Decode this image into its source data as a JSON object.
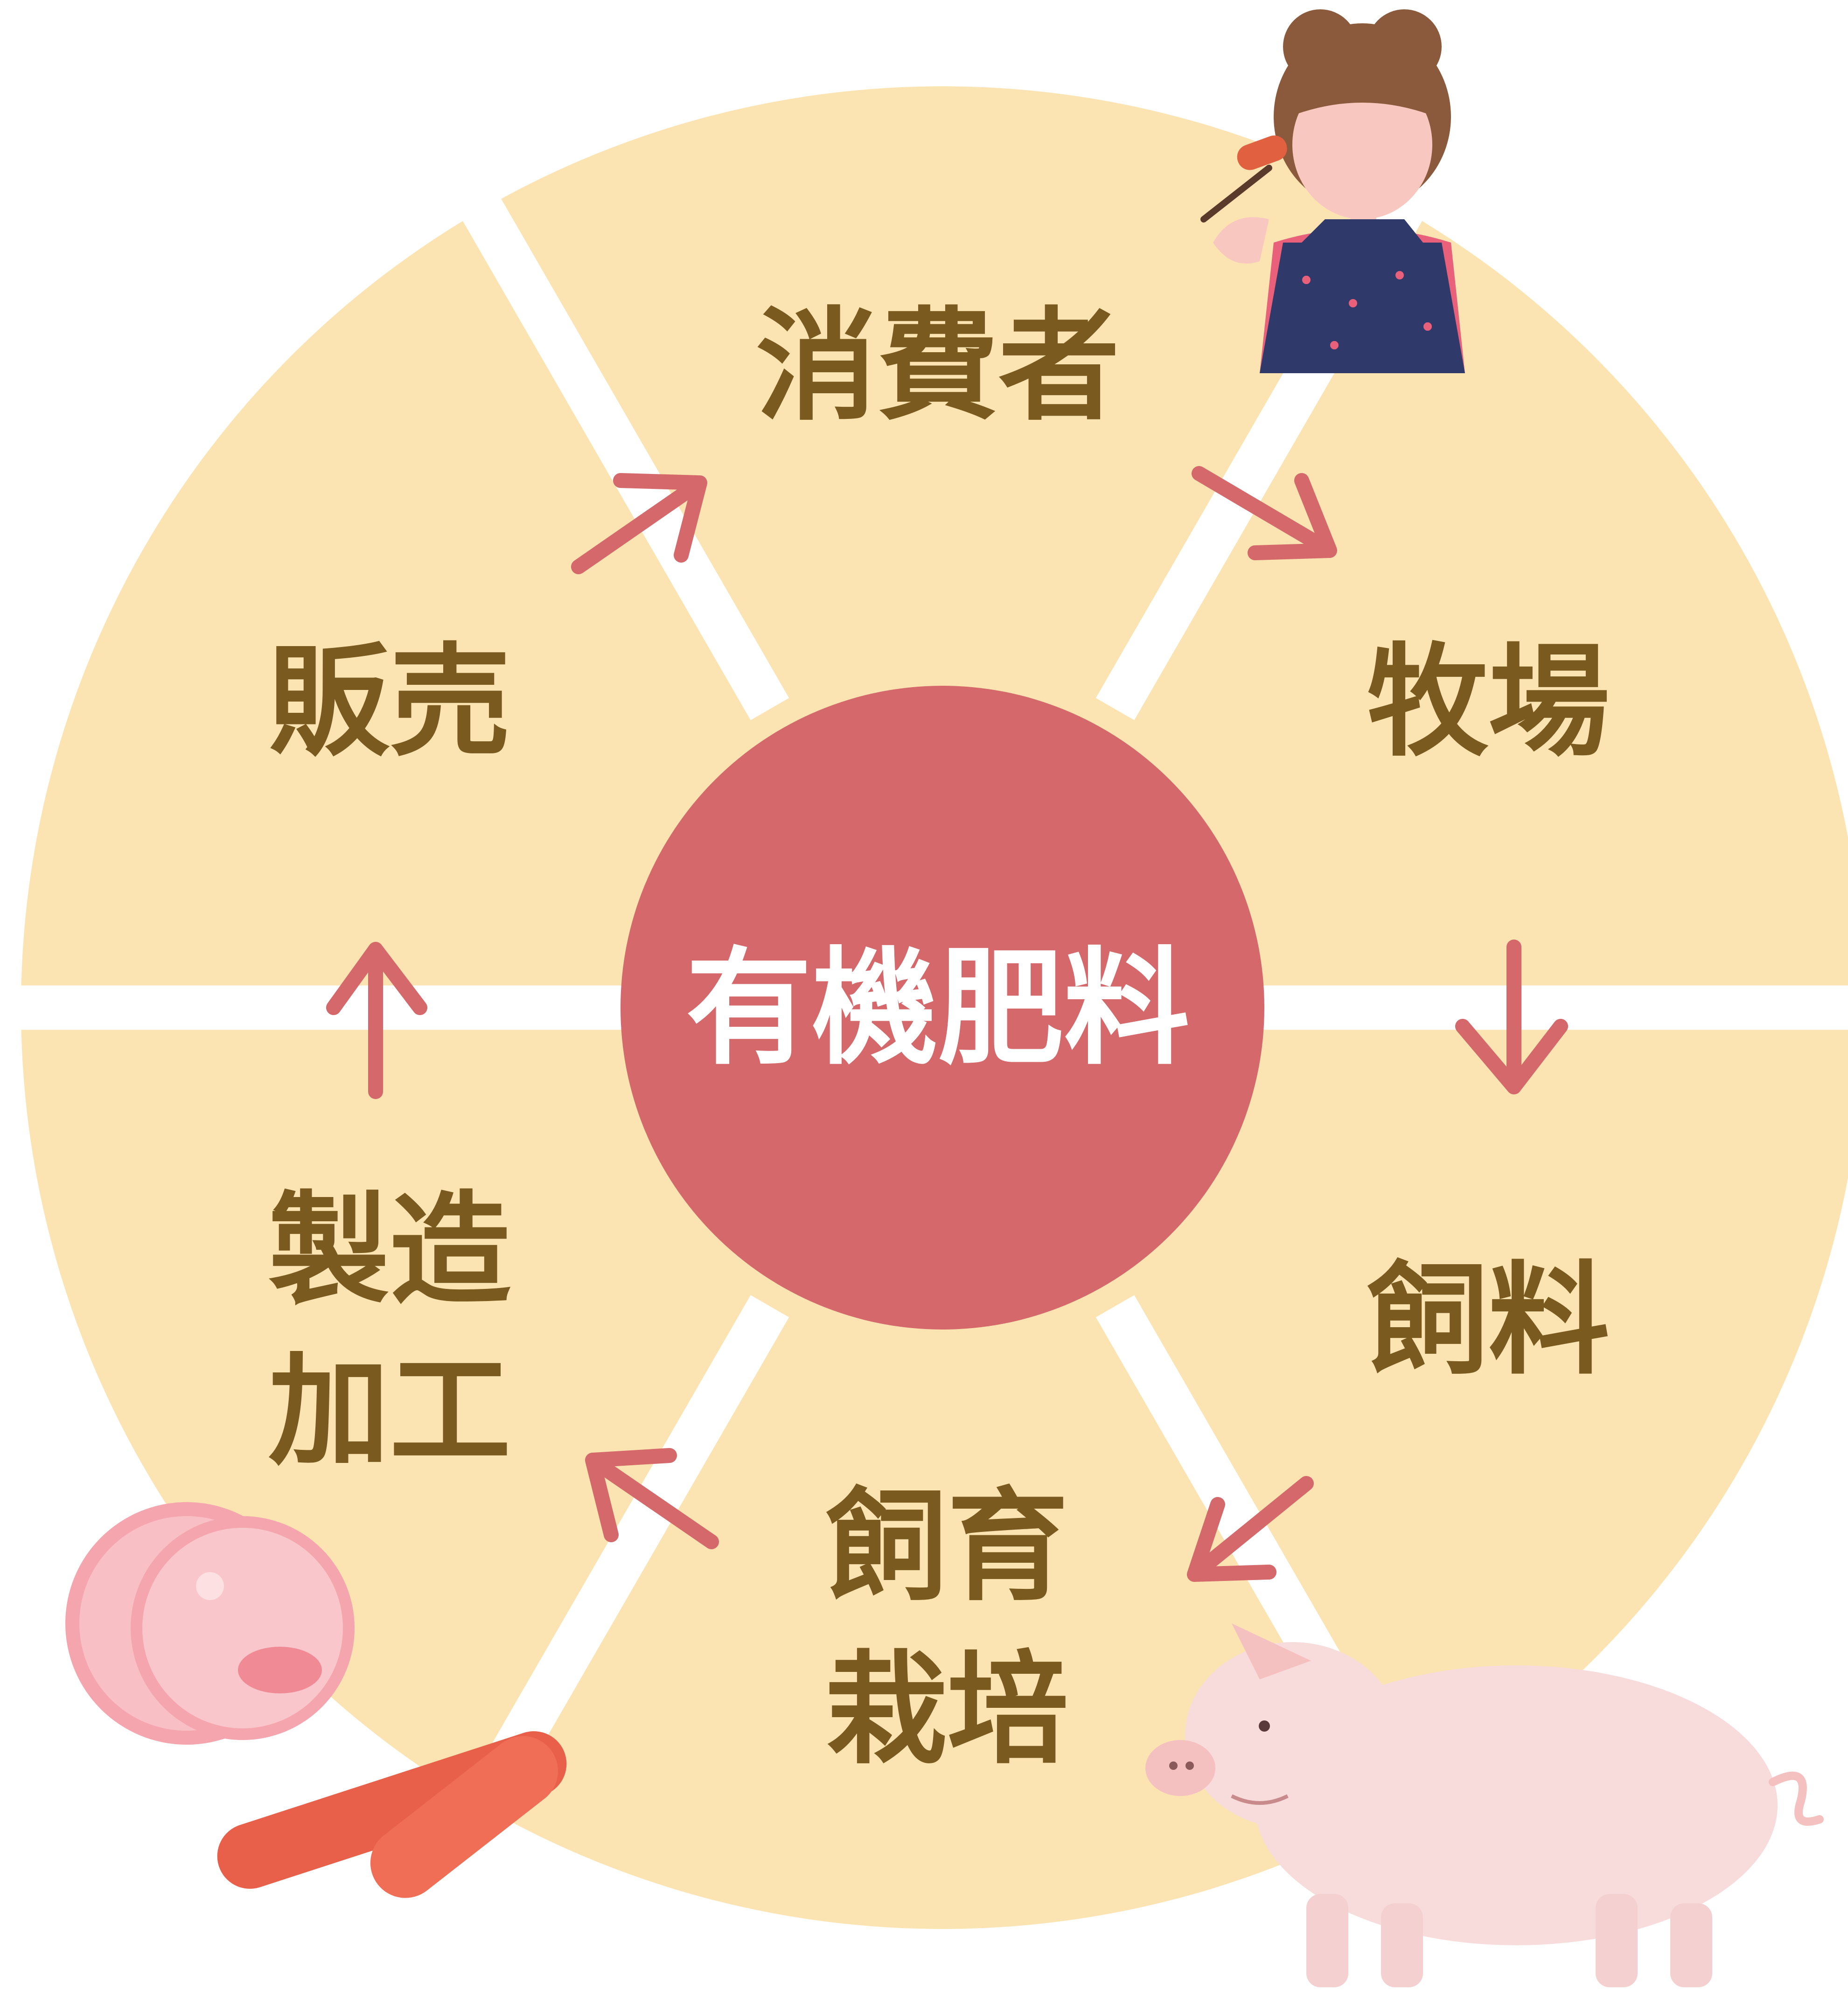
{
  "diagram": {
    "center_label": "有機肥料",
    "stages": [
      {
        "id": "consumer",
        "lines": [
          "消費者"
        ]
      },
      {
        "id": "farm",
        "lines": [
          "牧場"
        ]
      },
      {
        "id": "feed",
        "lines": [
          "飼料"
        ]
      },
      {
        "id": "breeding",
        "lines": [
          "飼育",
          "栽培"
        ]
      },
      {
        "id": "processing",
        "lines": [
          "製造",
          "加工"
        ]
      },
      {
        "id": "sales",
        "lines": [
          "販売"
        ]
      }
    ],
    "flow_order": [
      "consumer",
      "farm",
      "feed",
      "breeding",
      "processing",
      "sales",
      "consumer"
    ]
  },
  "colors": {
    "segment_fill": "#fbe4b2",
    "separator": "#ffffff",
    "center_fill": "#d4686a",
    "center_text": "#ffffff",
    "stage_text": "#7a5a1f",
    "arrow": "#d4686a"
  },
  "illustrations": [
    "girl-eating-sausage-illustration",
    "pig-illustration",
    "ham-slices-illustration",
    "sausages-illustration"
  ]
}
